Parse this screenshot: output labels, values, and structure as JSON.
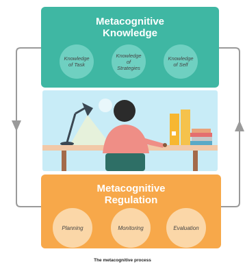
{
  "colors": {
    "teal": "#3fb7a3",
    "teal_circle": "#6fd0c1",
    "orange": "#f7a84a",
    "orange_circle": "#fbd7a8",
    "arrow": "#9a9a9a",
    "scene_bg": "#c8ecf7"
  },
  "knowledge": {
    "title_line1": "Metacognitive",
    "title_line2": "Knowledge",
    "items": [
      {
        "line1": "Knowledge",
        "line2": "of Task"
      },
      {
        "line1": "Knowledge",
        "line2": "of Strategies"
      },
      {
        "line1": "Knowledge",
        "line2": "of Self"
      }
    ]
  },
  "regulation": {
    "title_line1": "Metacognitive",
    "title_line2": "Regulation",
    "items": [
      {
        "label": "Planning"
      },
      {
        "label": "Monitoring"
      },
      {
        "label": "Evaluation"
      }
    ]
  },
  "caption": "The metacognitive process"
}
